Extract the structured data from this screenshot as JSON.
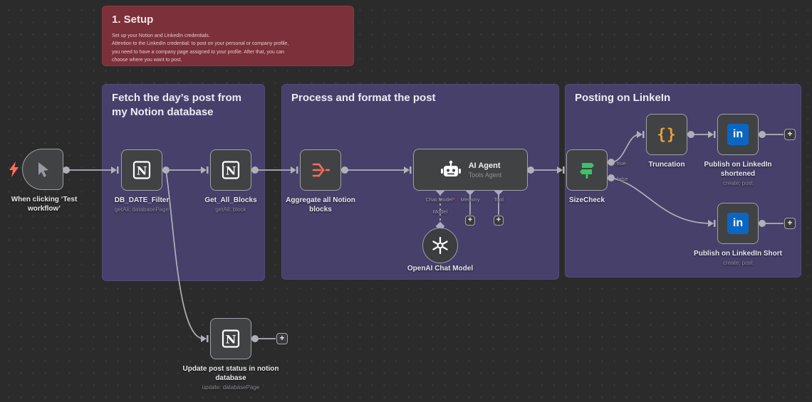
{
  "app": "n8n workflow canvas",
  "sticky_notes": {
    "setup": {
      "title": "1. Setup",
      "body_lines": [
        "Set up your Notion and LinkedIn credentials.",
        "Attention to the LinkedIn credential: to post on your personal or company profile,",
        "you need to have a company page assigned to your profile. After that, you can",
        "choose where you want to post."
      ]
    },
    "fetch": {
      "title": "Fetch the day’s post from my Notion database"
    },
    "process": {
      "title": "Process and format the post"
    },
    "posting": {
      "title": "Posting on LinkeIn"
    }
  },
  "nodes": {
    "trigger": {
      "label": "When clicking ‘Test workflow’"
    },
    "db_date_filter": {
      "label": "DB_DATE_Filter",
      "sub": "getAll: databasePage"
    },
    "get_all_blocks": {
      "label": "Get_All_Blocks",
      "sub": "getAll: block"
    },
    "aggregate": {
      "label": "Aggregate all Notion blocks"
    },
    "ai_agent": {
      "title": "AI Agent",
      "subtitle": "Tools Agent"
    },
    "sizecheck": {
      "label": "SizeCheck",
      "true_label": "true",
      "false_label": "false"
    },
    "truncation": {
      "label": "Truncation"
    },
    "publish_shortened": {
      "label": "Publish on LinkedIn shortened",
      "sub": "create: post"
    },
    "publish_short": {
      "label": "Publish on LinkedIn Short",
      "sub": "create: post"
    },
    "openai_model": {
      "label": "OpenAI Chat Model"
    },
    "update_status": {
      "label": "Update post status in notion database",
      "sub": "update: databasePage"
    }
  },
  "agent_ports": {
    "chat_model": "Chat Model",
    "required_mark": "*",
    "memory": "Memory",
    "tool": "Tool",
    "model_edge_label": "Model"
  },
  "icons": {
    "linkedin": "in",
    "notion": "N",
    "braces": "{}",
    "plus": "+"
  },
  "colors": {
    "canvas": "#2b2b2b",
    "sticky_purple": "#46406a",
    "sticky_red": "#7c3039",
    "node_bg": "#414244",
    "node_border": "#a0a0a7",
    "edge": "#b0b0b8",
    "aggregate_icon": "#ff6d5a",
    "lightning": "#ff6d5a",
    "signpost_green": "#3dc268",
    "braces_orange": "#eda23b",
    "linkedin_blue": "#0a66c2",
    "required_red": "#ff5b5b"
  }
}
